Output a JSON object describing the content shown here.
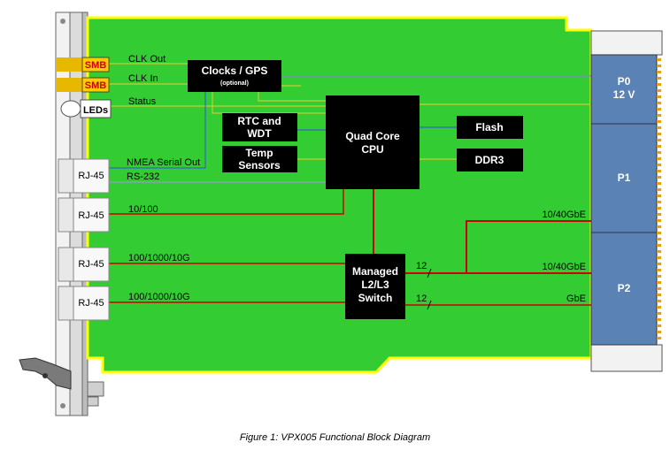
{
  "caption": "Figure 1: VPX005 Functional Block Diagram",
  "blocks": {
    "clocks": "Clocks / GPS",
    "clocks_note": "(optional)",
    "rtc_line1": "RTC and",
    "rtc_line2": "WDT",
    "temp_line1": "Temp",
    "temp_line2": "Sensors",
    "cpu_line1": "Quad Core",
    "cpu_line2": "CPU",
    "flash": "Flash",
    "ddr3": "DDR3",
    "switch_line1": "Managed",
    "switch_line2": "L2/L3",
    "switch_line3": "Switch"
  },
  "front_panel": {
    "smb1": "SMB",
    "smb2": "SMB",
    "leds": "LEDs",
    "rj45_1": "RJ-45",
    "rj45_2": "RJ-45",
    "rj45_3": "RJ-45",
    "rj45_4": "RJ-45"
  },
  "signals": {
    "clk_out": "CLK Out",
    "clk_in": "CLK In",
    "status": "Status",
    "nmea": "NMEA Serial Out",
    "rs232": "RS-232",
    "eth100": "10/100",
    "eth10g_1": "100/1000/10G",
    "eth10g_2": "100/1000/10G",
    "lanes_1": "12",
    "lanes_2": "12",
    "gbe40_1": "10/40GbE",
    "gbe40_2": "10/40GbE",
    "gbe": "GbE"
  },
  "backplane": {
    "p0_line1": "P0",
    "p0_line2": "12 V",
    "p1": "P1",
    "p2": "P2"
  },
  "colors": {
    "pcb": "#33cc33",
    "pcb_border": "#ffff00",
    "block": "#000000",
    "connector": "#5a82b4",
    "ethernet": "#cc0000",
    "clock_signal": "#cccc33",
    "control_signal": "#3366cc"
  }
}
